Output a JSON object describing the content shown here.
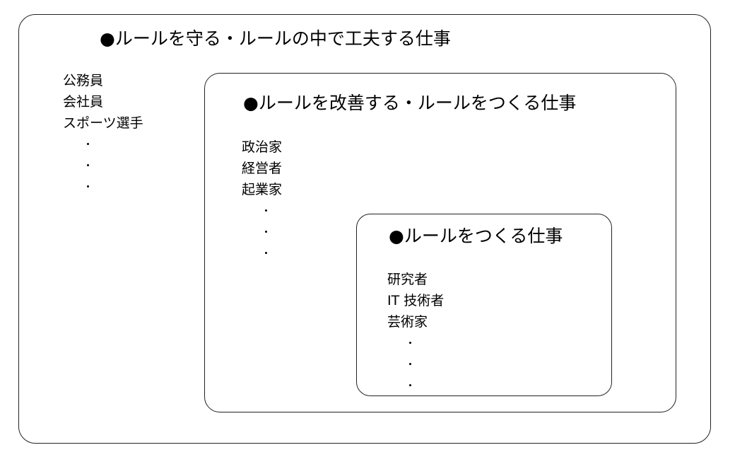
{
  "outer": {
    "heading": "●ルールを守る・ルールの中で工夫する仕事",
    "jobs": [
      "公務員",
      "会社員",
      "スポーツ選手"
    ]
  },
  "middle": {
    "heading": "●ルールを改善する・ルールをつくる仕事",
    "jobs": [
      "政治家",
      "経営者",
      "起業家"
    ]
  },
  "inner": {
    "heading": "●ルールをつくる仕事",
    "jobs": [
      "研究者",
      "IT 技術者",
      "芸術家"
    ]
  }
}
